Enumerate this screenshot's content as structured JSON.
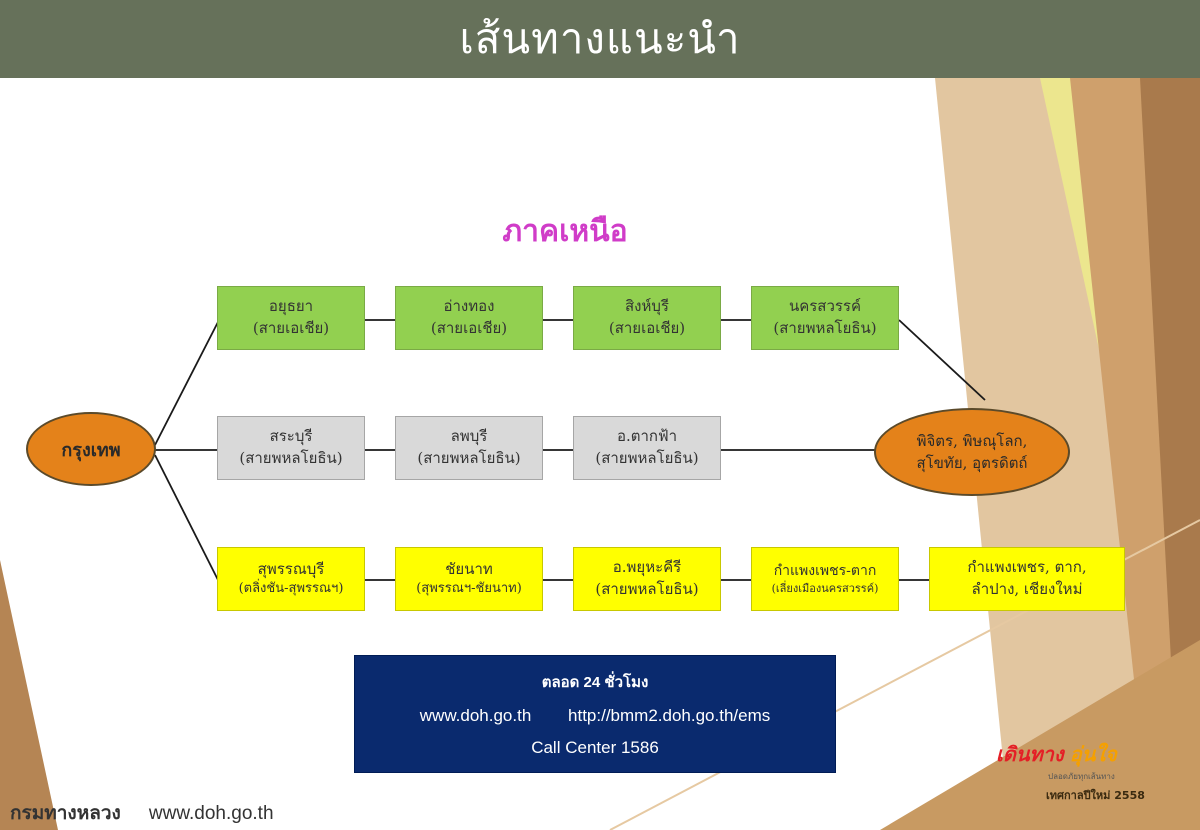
{
  "title": "เส้นทางแนะนำ",
  "region": "ภาคเหนือ",
  "origin": "กรุงเทพ",
  "routes": [
    {
      "color": "#92d050",
      "nodes": [
        {
          "name": "อยุธยา",
          "road": "(สายเอเชีย)"
        },
        {
          "name": "อ่างทอง",
          "road": "(สายเอเชีย)"
        },
        {
          "name": "สิงห์บุรี",
          "road": "(สายเอเชีย)"
        },
        {
          "name": "นครสวรรค์",
          "road": "(สายพหลโยธิน)"
        }
      ]
    },
    {
      "color": "#d9d9d9",
      "nodes": [
        {
          "name": "สระบุรี",
          "road": "(สายพหลโยธิน)"
        },
        {
          "name": "ลพบุรี",
          "road": "(สายพหลโยธิน)"
        },
        {
          "name": "อ.ตากฟ้า",
          "road": "(สายพหลโยธิน)"
        }
      ]
    },
    {
      "color": "#ffff00",
      "nodes": [
        {
          "name": "สุพรรณบุรี",
          "road": "(ตลิ่งชัน-สุพรรณฯ)"
        },
        {
          "name": "ชัยนาท",
          "road": "(สุพรรณฯ-ชัยนาท)"
        },
        {
          "name": "อ.พยุหะคีรี",
          "road": "(สายพหลโยธิน)"
        },
        {
          "name": "กำแพงเพชร-ตาก",
          "road": "(เลี่ยงเมืองนครสวรรค์)"
        },
        {
          "name": "กำแพงเพชร, ตาก,",
          "road": "ลำปาง, เชียงใหม่"
        }
      ]
    }
  ],
  "destination": {
    "line1": "พิจิตร, พิษณุโลก,",
    "line2": "สุโขทัย, อุตรดิตถ์"
  },
  "info": {
    "hours": "ตลอด 24 ชั่วโมง",
    "website1": "www.doh.go.th",
    "website2": "http://bmm2.doh.go.th/ems",
    "call_center": "Call Center 1586"
  },
  "footer": {
    "org": "กรมทางหลวง",
    "website": "www.doh.go.th"
  },
  "logo": {
    "line1": "เดินทาง",
    "line2": "อุ่นใจ",
    "line3": "ปลอดภัยทุกเส้นทาง",
    "line4": "เทศกาลปีใหม่ 2558"
  },
  "colors": {
    "header": "#66715a",
    "region_text": "#d03cc8",
    "ellipse": "#e4821a",
    "info_box": "#0a2a6e",
    "decor_gold": "#c8a878",
    "decor_yellow": "#e8e07a",
    "decor_brown": "#a67c52"
  }
}
